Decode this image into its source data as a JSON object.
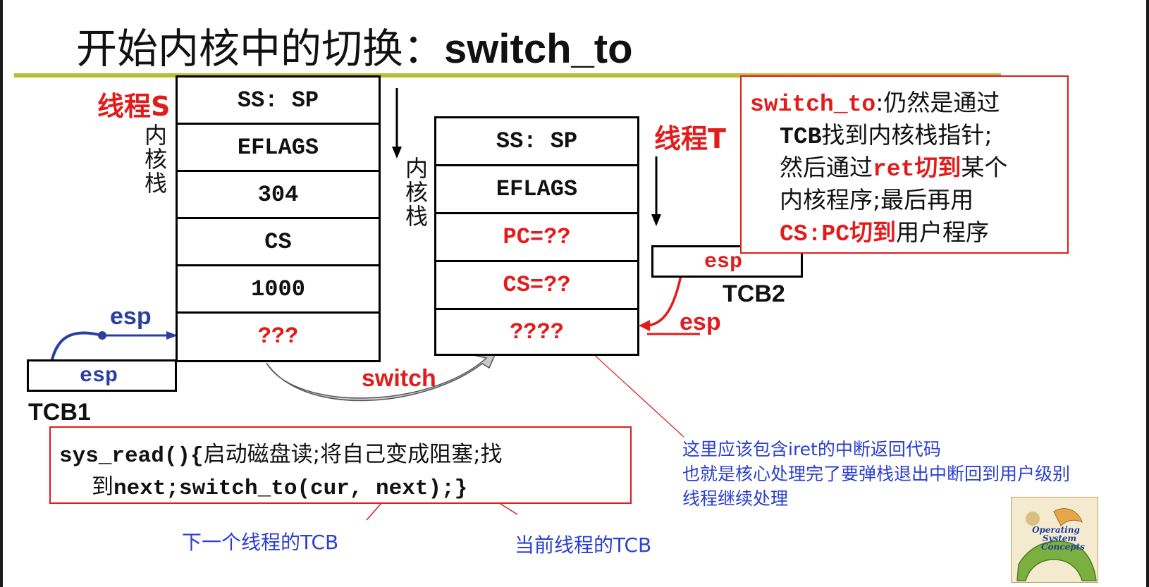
{
  "title": {
    "cjk": "开始内核中的切换：",
    "ascii": "switch_to"
  },
  "thread_s": {
    "label": "线程S",
    "vertical_label": "内核栈",
    "stack_cells": [
      {
        "text": "SS: SP",
        "color": "black"
      },
      {
        "text": "EFLAGS",
        "color": "black"
      },
      {
        "text": "304",
        "color": "black"
      },
      {
        "text": "CS",
        "color": "black"
      },
      {
        "text": "1000",
        "color": "black"
      },
      {
        "text": "???",
        "color": "red"
      }
    ]
  },
  "thread_t": {
    "label": "线程T",
    "vertical_label": "内核栈",
    "stack_cells": [
      {
        "text": "SS: SP",
        "color": "black"
      },
      {
        "text": "EFLAGS",
        "color": "black"
      },
      {
        "text": "PC=??",
        "color": "red"
      },
      {
        "text": "CS=??",
        "color": "red"
      },
      {
        "text": "????",
        "color": "red"
      }
    ]
  },
  "tcb1": {
    "field": "esp",
    "label": "TCB1",
    "pointer_label": "esp"
  },
  "tcb2": {
    "field": "esp",
    "label": "TCB2",
    "pointer_label": "esp"
  },
  "switch_label": "switch",
  "note": {
    "line1_code": "switch_to",
    "line1_text": ":仍然是通过",
    "line2_code": "TCB",
    "line2_text": "找到内核栈指针;",
    "line3_text_a": "然后通过",
    "line3_code": "ret切到",
    "line3_text_b": "某个",
    "line4_text": "内核程序;最后再用",
    "line5_code": "CS:PC切到",
    "line5_text": "用户程序"
  },
  "code": {
    "line1_code": "sys_read(){",
    "line1_text": "启动磁盘读;将自己变成阻塞;找",
    "line2_text": "到",
    "line2_code": "next;switch_to(cur, next);}"
  },
  "annotations": {
    "iret_note": [
      "这里应该包含iret的中断返回代码",
      "也就是核心处理完了要弹栈退出中断回到用户级别",
      "线程继续处理"
    ],
    "next_tcb": "下一个线程的TCB",
    "current_tcb": "当前线程的TCB"
  },
  "logo": {
    "text": [
      "Operating",
      "System",
      "Concepts"
    ]
  },
  "colors": {
    "red": "#e21b1b",
    "blue": "#2b3fa0",
    "annotation_blue": "#2b3fd0",
    "rule": "#bcbc3a"
  }
}
